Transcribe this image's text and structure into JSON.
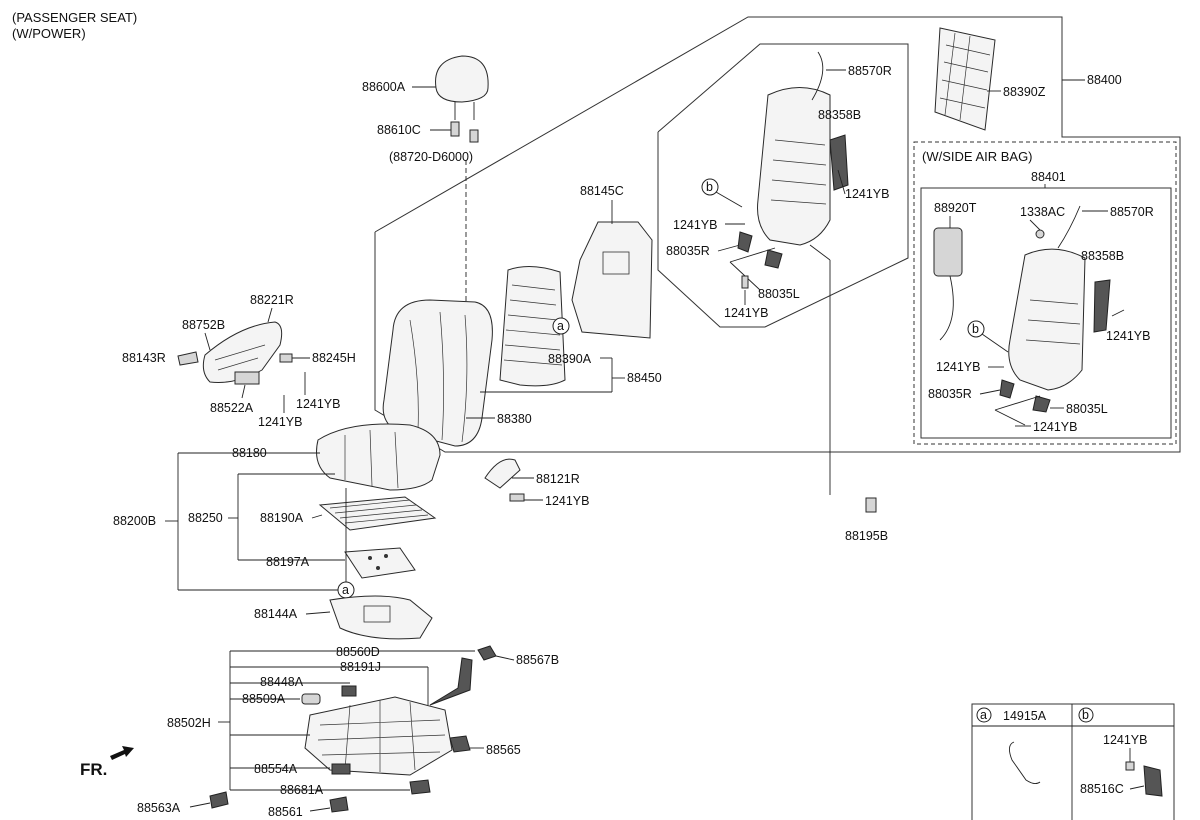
{
  "header": {
    "line1": "(PASSENGER SEAT)",
    "line2": "(W/POWER)"
  },
  "sections": {
    "side_airbag": "(W/SIDE AIR BAG)"
  },
  "direction": {
    "label": "FR."
  },
  "labels": {
    "p88600A": "88600A",
    "p88610C": "88610C",
    "p88720": "(88720-D6000)",
    "p88145C": "88145C",
    "p88570R_a": "88570R",
    "p88358B_a": "88358B",
    "p1241YB_a": "1241YB",
    "p1241YB_b": "1241YB",
    "p88035R_a": "88035R",
    "p88035L_a": "88035L",
    "p1241YB_c": "1241YB",
    "p88390Z": "88390Z",
    "p88400": "88400",
    "p88401": "88401",
    "p88920T": "88920T",
    "p1338AC": "1338AC",
    "p88570R_b": "88570R",
    "p88358B_b": "88358B",
    "p1241YB_d": "1241YB",
    "p1241YB_e": "1241YB",
    "p88035R_b": "88035R",
    "p88035L_b": "88035L",
    "p1241YB_f": "1241YB",
    "p88221R": "88221R",
    "p88752B": "88752B",
    "p88143R": "88143R",
    "p88245H": "88245H",
    "p88522A": "88522A",
    "p1241YB_g": "1241YB",
    "p1241YB_h": "1241YB",
    "p88390A": "88390A",
    "p88450": "88450",
    "p88380": "88380",
    "p88180": "88180",
    "p88200B": "88200B",
    "p88250": "88250",
    "p88190A": "88190A",
    "p88197A": "88197A",
    "p88121R": "88121R",
    "p1241YB_i": "1241YB",
    "p88195B": "88195B",
    "p88144A": "88144A",
    "p88560D": "88560D",
    "p88191J": "88191J",
    "p88567B": "88567B",
    "p88448A": "88448A",
    "p88509A": "88509A",
    "p88502H": "88502H",
    "p88565": "88565",
    "p88554A": "88554A",
    "p88681A": "88681A",
    "p88563A": "88563A",
    "p88561": "88561"
  },
  "callouts": {
    "a": "a",
    "b": "b"
  },
  "legend": {
    "a_letter": "a",
    "a_part": "14915A",
    "b_letter": "b",
    "b_part1": "1241YB",
    "b_part2": "88516C"
  }
}
